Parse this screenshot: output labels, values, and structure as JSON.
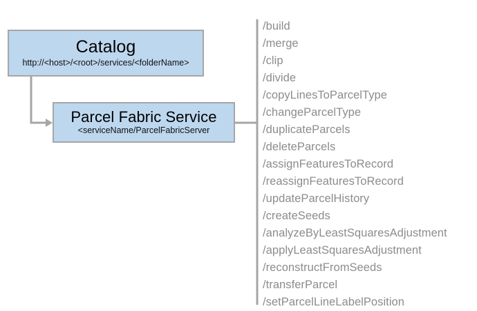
{
  "diagram": {
    "nodes": [
      {
        "id": "catalog",
        "title": "Catalog",
        "subtitle": "http://<host>/<root>/services/<folderName>"
      },
      {
        "id": "parcel-fabric-service",
        "title": "Parcel Fabric Service",
        "subtitle": "<serviceName/ParcelFabricServer"
      }
    ],
    "operations_label": "",
    "operations": [
      "/build",
      "/merge",
      "/clip",
      "/divide",
      "/copyLinesToParcelType",
      "/changeParcelType",
      "/duplicateParcels",
      "/deleteParcels",
      "/assignFeaturesToRecord",
      "/reassignFeaturesToRecord",
      "/updateParcelHistory",
      "/createSeeds",
      "/analyzeByLeastSquaresAdjustment",
      "/applyLeastSquaresAdjustment",
      "/reconstructFromSeeds",
      "/transferParcel",
      "/setParcelLineLabelPosition"
    ],
    "colors": {
      "node_fill": "#bdd7ee",
      "node_border": "#a6a6a6",
      "connector": "#a6a6a6",
      "divider": "#a6a6a6",
      "operation_text": "#8c8c8c",
      "title_text": "#000000",
      "background": "#ffffff"
    }
  }
}
